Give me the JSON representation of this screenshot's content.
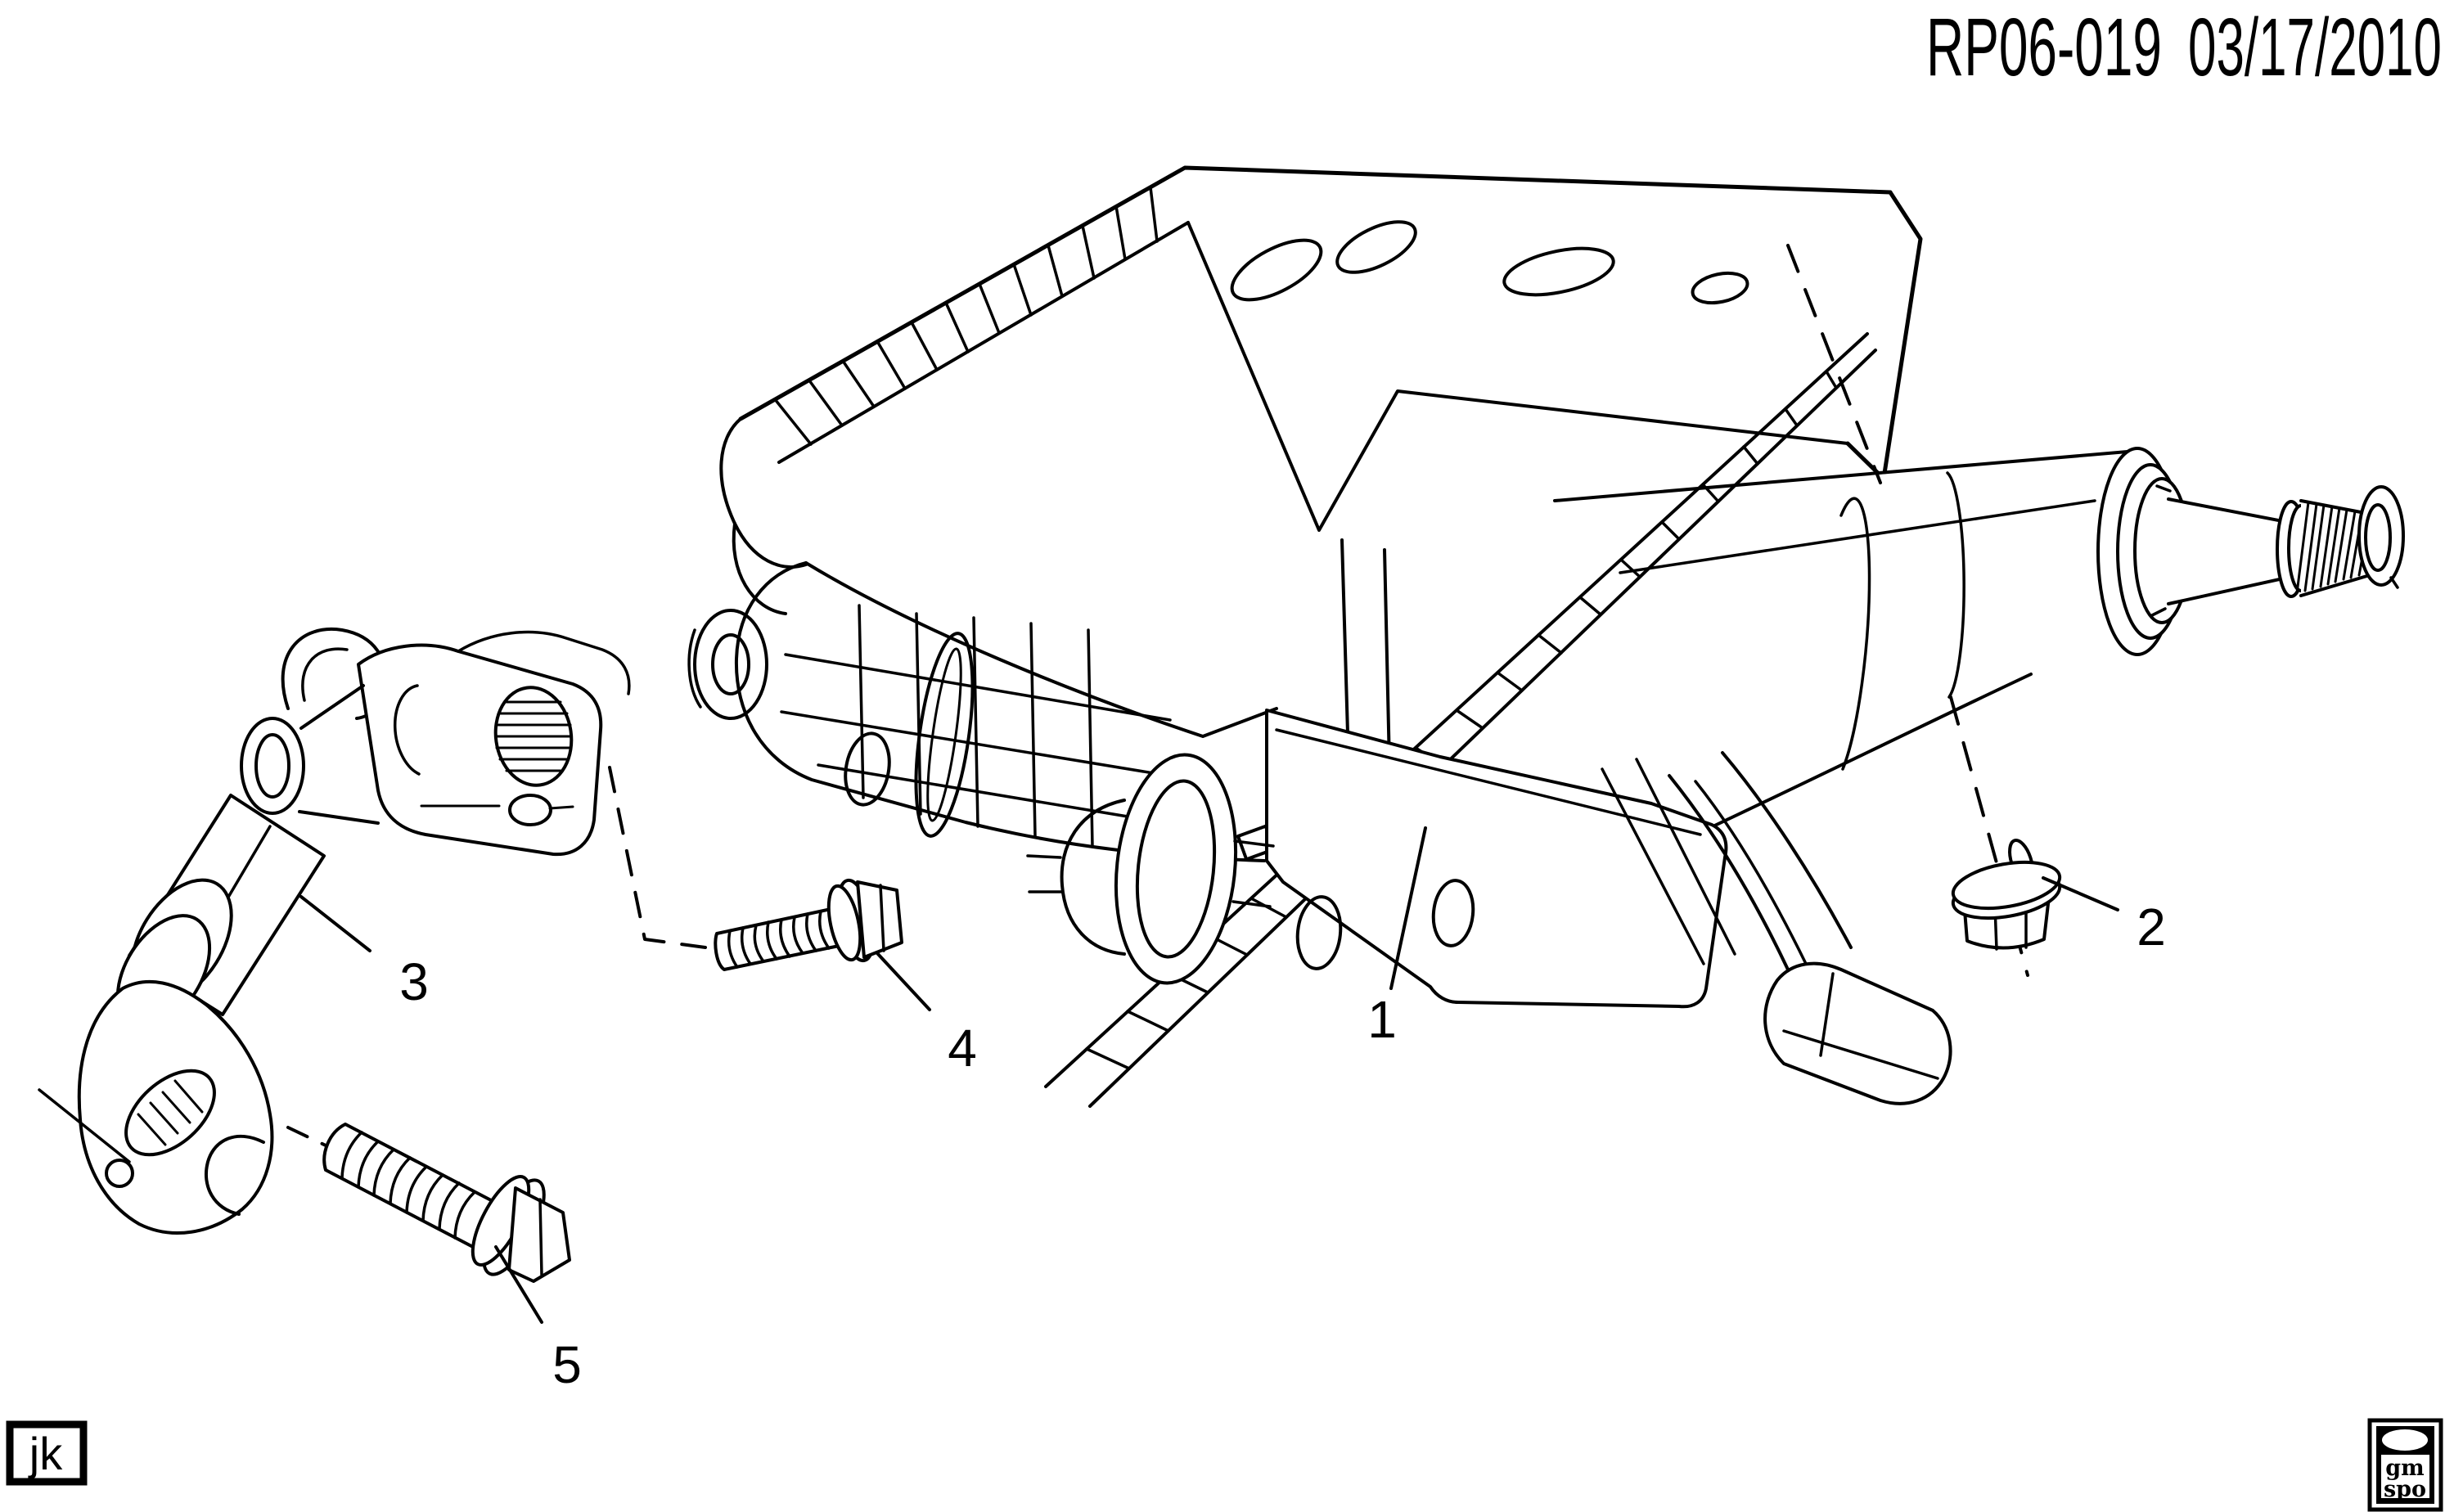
{
  "page": {
    "background": "#ffffff",
    "ink": "#000000"
  },
  "header": {
    "drawing_code": "RP06-019",
    "date": "03/17/2010"
  },
  "callouts": [
    {
      "label": "1"
    },
    {
      "label": "2"
    },
    {
      "label": "3"
    },
    {
      "label": "4"
    },
    {
      "label": "5"
    }
  ],
  "stamps": {
    "author_initials": "jk",
    "logo_top": "gm",
    "logo_bottom": "spo"
  }
}
